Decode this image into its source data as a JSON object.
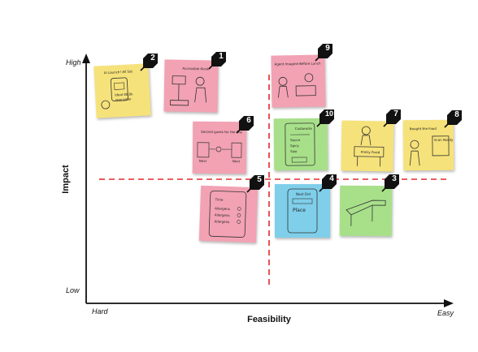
{
  "axes": {
    "y_label": "Impact",
    "x_label": "Feasibility",
    "y_high": "High",
    "y_low": "Low",
    "x_hard": "Hard",
    "x_easy": "Easy"
  },
  "colors": {
    "yellow": "#f6e27a",
    "pink": "#f2a2b3",
    "green": "#a8e08a",
    "blue": "#7fcfea",
    "divider": "#e02b2b",
    "pin": "#111111"
  },
  "notes": [
    {
      "id": "2",
      "color": "yellow",
      "sketch_text": [
        "Ai Launch! All Set",
        "Ideal 88.8k",
        "new order"
      ]
    },
    {
      "id": "1",
      "color": "pink",
      "sketch_text": [
        "Accessible Kiosk",
        ""
      ]
    },
    {
      "id": "9",
      "color": "pink",
      "sketch_text": [
        "Agent Imagine Before Lunch",
        ""
      ]
    },
    {
      "id": "6",
      "color": "pink",
      "sketch_text": [
        "Second guess for the line",
        "Next",
        "Next"
      ]
    },
    {
      "id": "10",
      "color": "green",
      "sketch_text": [
        "Customize",
        "Sauce",
        "Spicy",
        "Size"
      ]
    },
    {
      "id": "7",
      "color": "yellow",
      "sketch_text": [
        "Pretty Fixed",
        ""
      ]
    },
    {
      "id": "8",
      "color": "yellow",
      "sketch_text": [
        "Bought the Food",
        "Scan Ready"
      ]
    },
    {
      "id": "5",
      "color": "pink",
      "sketch_text": [
        "Time",
        "Allergens",
        "Allergens",
        "Allergens"
      ]
    },
    {
      "id": "4",
      "color": "blue",
      "sketch_text": [
        "Next Ord",
        "Place"
      ]
    },
    {
      "id": "3",
      "color": "green",
      "sketch_text": []
    }
  ]
}
